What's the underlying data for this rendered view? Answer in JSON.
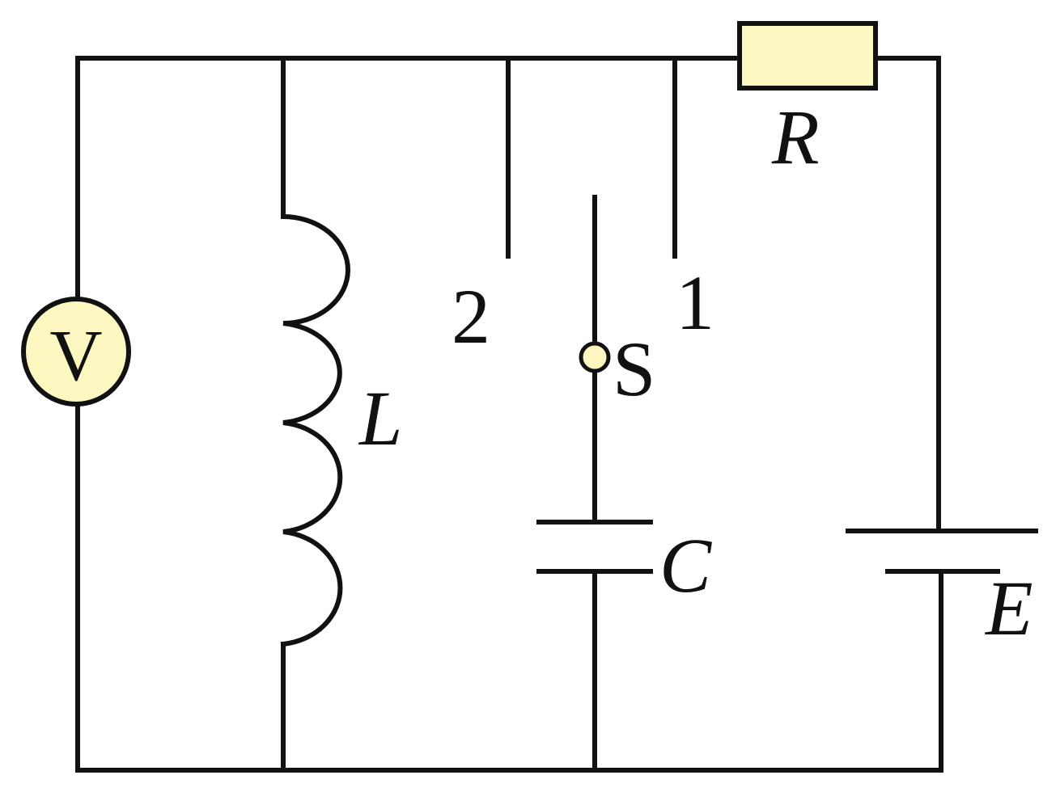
{
  "diagram": {
    "colors": {
      "wire": "#111111",
      "component_fill": "#fcf7c0",
      "background": "#ffffff"
    },
    "voltmeter": {
      "symbol": "V"
    },
    "inductor": {
      "label": "L"
    },
    "resistor": {
      "label": "R"
    },
    "capacitor": {
      "label": "C"
    },
    "battery": {
      "label": "E"
    },
    "switch": {
      "label": "S",
      "terminal_1": "1",
      "terminal_2": "2"
    }
  }
}
